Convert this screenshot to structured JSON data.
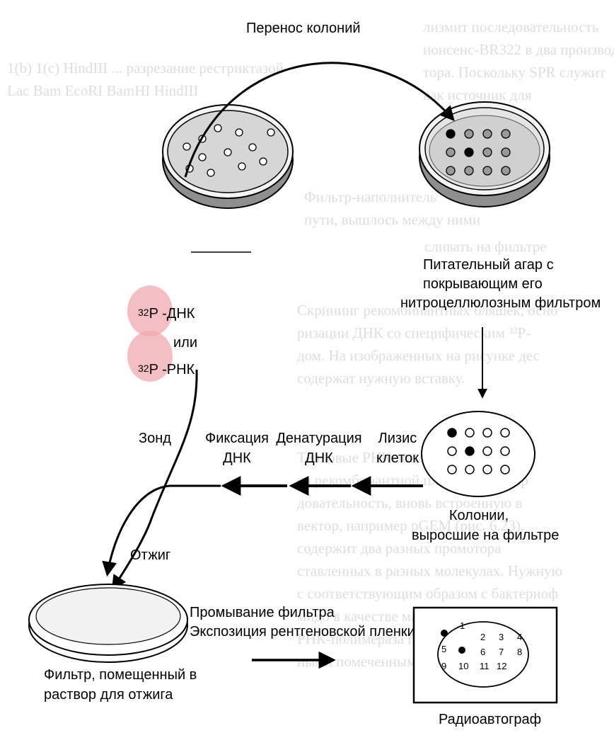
{
  "labels": {
    "transfer": "Перенос колоний",
    "agar_line1": "Питательный агар с",
    "agar_line2": "покрывающим его",
    "agar_line3": "нитроцеллюлозным фильтром",
    "probe_sup1": "32",
    "probe_p1": "P",
    "probe_dna": "-ДНК",
    "probe_or": "или",
    "probe_sup2": "32",
    "probe_p2": "P",
    "probe_rna": "-РНК",
    "probe": "Зонд",
    "fixation_line1": "Фиксация",
    "fixation_line2": "ДНК",
    "denat_line1": "Денатурация",
    "denat_line2": "ДНК",
    "lysis_line1": "Лизис",
    "lysis_line2": "клеток",
    "colonies_line1": "Колонии,",
    "colonies_line2": "выросшие на фильтре",
    "annealing": "Отжиг",
    "wash": "Промывание фильтра",
    "exposure": "Экспозиция рентгеновской пленки",
    "filter_line1": "Фильтр, помещенный в",
    "filter_line2": "раствор для отжига",
    "autoradiograph": "Радиоавтограф"
  },
  "autoradiograph_numbers": [
    "1",
    "2",
    "3",
    "4",
    "5",
    "6",
    "7",
    "8",
    "9",
    "10",
    "11",
    "12"
  ],
  "colors": {
    "probe_blob": "#f0a9ae",
    "dish_fill": "#dcdcdc",
    "positive_colony": "#000000",
    "negative_colony": "#ffffff"
  }
}
